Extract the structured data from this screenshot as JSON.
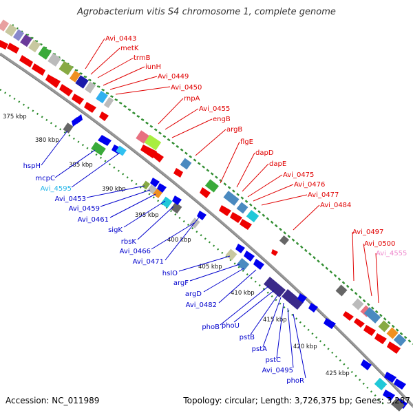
{
  "title": "Agrobacterium vitis S4 chromosome 1, complete genome",
  "accession": "Accession: NC_011989",
  "topology": "Topology: circular; Length: 3,726,375 bp; Genes: 3,287",
  "colors": {
    "top_strand_label": "#e00000",
    "bottom_strand_label": "#0000cc",
    "rna_label_blue": "#22b5e8",
    "rna_label_pink": "#ee88cc",
    "backbone": "#999999",
    "dotted_track": "#2a8a2a"
  },
  "ticks": [
    "375 kbp",
    "380 kbp",
    "385 kbp",
    "390 kbp",
    "395 kbp",
    "400 kbp",
    "405 kbp",
    "410 kbp",
    "415 kbp",
    "420 kbp",
    "425 kbp"
  ],
  "top_labels": [
    "Avi_0443",
    "metK",
    "trmB",
    "iunH",
    "Avi_0449",
    "Avi_0450",
    "rnpA",
    "Avi_0455",
    "engB",
    "argB",
    "flgE",
    "dapD",
    "dapE",
    "Avi_0475",
    "Avi_0476",
    "Avi_0477",
    "Avi_0484",
    "Avi_0497",
    "Avi_0500",
    "Avi_4555"
  ],
  "bottom_labels": [
    "hspH",
    "mcpC",
    "Avi_4595",
    "Avi_0453",
    "Avi_0459",
    "Avi_0461",
    "sigK",
    "rbsK",
    "Avi_0466",
    "Avi_0471",
    "hslO",
    "argF",
    "argD",
    "Avi_0482",
    "phoB",
    "phoU",
    "pstB",
    "pstA",
    "pstC",
    "Avi_0495",
    "phoR"
  ]
}
